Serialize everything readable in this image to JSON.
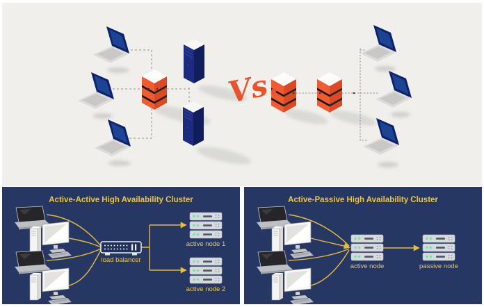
{
  "top_illustration": {
    "vs_label": "Vs.",
    "left_cluster_icons": [
      "laptop-icon",
      "laptop-icon",
      "laptop-icon",
      "red-server-tower-icon",
      "blue-server-tower-icon",
      "blue-server-tower-icon"
    ],
    "right_cluster_icons": [
      "red-server-tower-icon",
      "red-server-tower-icon",
      "laptop-icon",
      "laptop-icon",
      "laptop-icon"
    ]
  },
  "panels": {
    "active_active": {
      "title": "Active-Active High Availability Cluster",
      "load_balancer_label": "load balancer",
      "node1_label": "active node 1",
      "node2_label": "active node 2",
      "client_icons": [
        "laptop-icon",
        "desktop-icon",
        "laptop-icon",
        "desktop-icon"
      ]
    },
    "active_passive": {
      "title": "Active-Passive High Availability Cluster",
      "active_node_label": "active node",
      "passive_node_label": "passive node",
      "client_icons": [
        "laptop-icon",
        "desktop-icon",
        "laptop-icon",
        "desktop-icon"
      ]
    }
  },
  "colors": {
    "panel_background": "#273763",
    "title_gold": "#ecc63e",
    "label_yellow": "#e9c85c",
    "connector_yellow": "#e7bc41",
    "vs_orange": "#e8532e",
    "red_server": "#ef5b33",
    "blue_server": "#1c2b80",
    "illustration_background": "#f0efec"
  }
}
